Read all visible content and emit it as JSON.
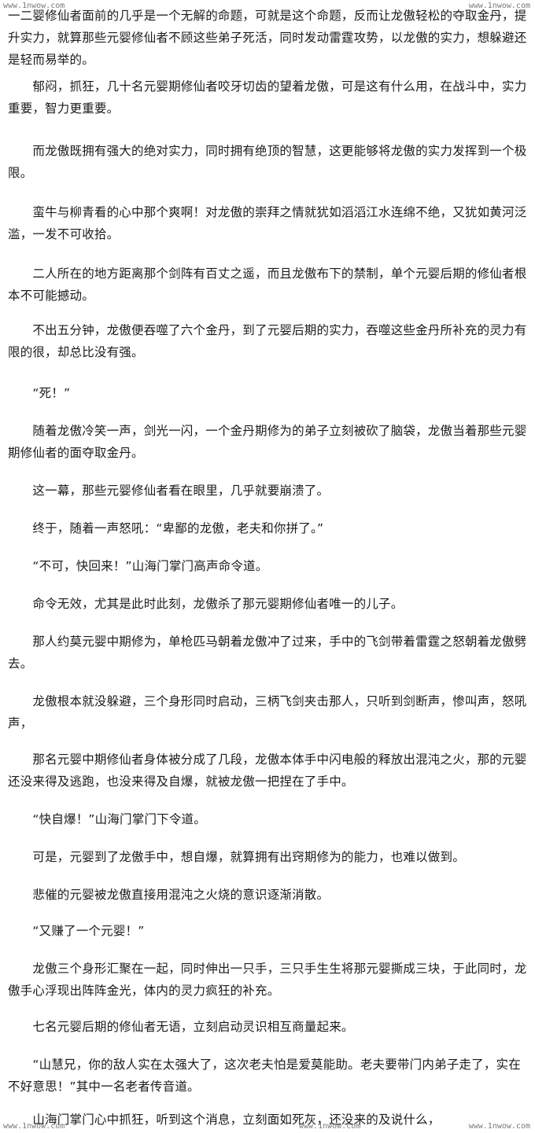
{
  "watermarks": {
    "top_left": "www.1nwow.com",
    "top_right": "www.1nwow.com",
    "bottom_left": "www.1nwow.com",
    "bottom_center": "www.1nwow.com",
    "bottom_right": "www.1nwow.com"
  },
  "paragraphs": [
    "一二婴修仙者面前的几乎是一个无解的命题，可就是这个命题，反而让龙傲轻松的夺取金丹，提升实力，就算那些元婴修仙者不顾这些弟子死活，同时发动雷霆攻势，以龙傲的实力，想躲避还是轻而易举的。",
    "　　郁闷，抓狂，几十名元婴期修仙者咬牙切齿的望着龙傲，可是这有什么用，在战斗中，实力重要，智力更重要。",
    "　　而龙傲既拥有强大的绝对实力，同时拥有绝顶的智慧，这更能够将龙傲的实力发挥到一个极限。",
    "　　蛮牛与柳青看的心中那个爽啊！对龙傲的崇拜之情就犹如滔滔江水连绵不绝，又犹如黄河泛滥，一发不可收拾。",
    "　　二人所在的地方距离那个剑阵有百丈之遥，而且龙傲布下的禁制，单个元婴后期的修仙者根本不可能撼动。",
    "　　不出五分钟，龙傲便吞噬了六个金丹，到了元婴后期的实力，吞噬这些金丹所补充的灵力有限的很，却总比没有强。",
    "　　“死！”",
    "　　随着龙傲冷笑一声，剑光一闪，一个金丹期修为的弟子立刻被砍了脑袋，龙傲当着那些元婴期修仙者的面夺取金丹。",
    "　　这一幕，那些元婴修仙者看在眼里，几乎就要崩溃了。",
    "　　终于，随着一声怒吼：“卑鄙的龙傲，老夫和你拼了。”",
    "　　“不可，快回来！”山海门掌门高声命令道。",
    "　　命令无效，尤其是此时此刻，龙傲杀了那元婴期修仙者唯一的儿子。",
    "　　那人约莫元婴中期修为，单枪匹马朝着龙傲冲了过来，手中的飞剑带着雷霆之怒朝着龙傲劈去。",
    "　　龙傲根本就没躲避，三个身形同时启动，三柄飞剑夹击那人，只听到剑断声，惨叫声，怒吼声，",
    "　　那名元婴中期修仙者身体被分成了几段，龙傲本体手中闪电般的释放出混沌之火，那的元婴还没来得及逃跑，也没来得及自爆，就被龙傲一把捏在了手中。",
    "　　“快自爆！”山海门掌门下令道。",
    "　　可是，元婴到了龙傲手中，想自爆，就算拥有出窍期修为的能力，也难以做到。",
    "　　悲催的元婴被龙傲直接用混沌之火烧的意识逐渐消散。",
    "　　“又赚了一个元婴！”",
    "　　龙傲三个身形汇聚在一起，同时伸出一只手，三只手生生将那元婴撕成三块，于此同时，龙傲手心浮现出阵阵金光，体内的灵力疯狂的补充。",
    "　　七名元婴后期的修仙者无语，立刻启动灵识相互商量起来。",
    "　　“山慧兄，你的敌人实在太强大了，这次老夫怕是爱莫能助。老夫要带门内弟子走了，实在不好意思！”其中一名老者传音道。",
    "　　山海门掌门心中抓狂，听到这个消息，立刻面如死灰，还没来的及说什么，"
  ]
}
